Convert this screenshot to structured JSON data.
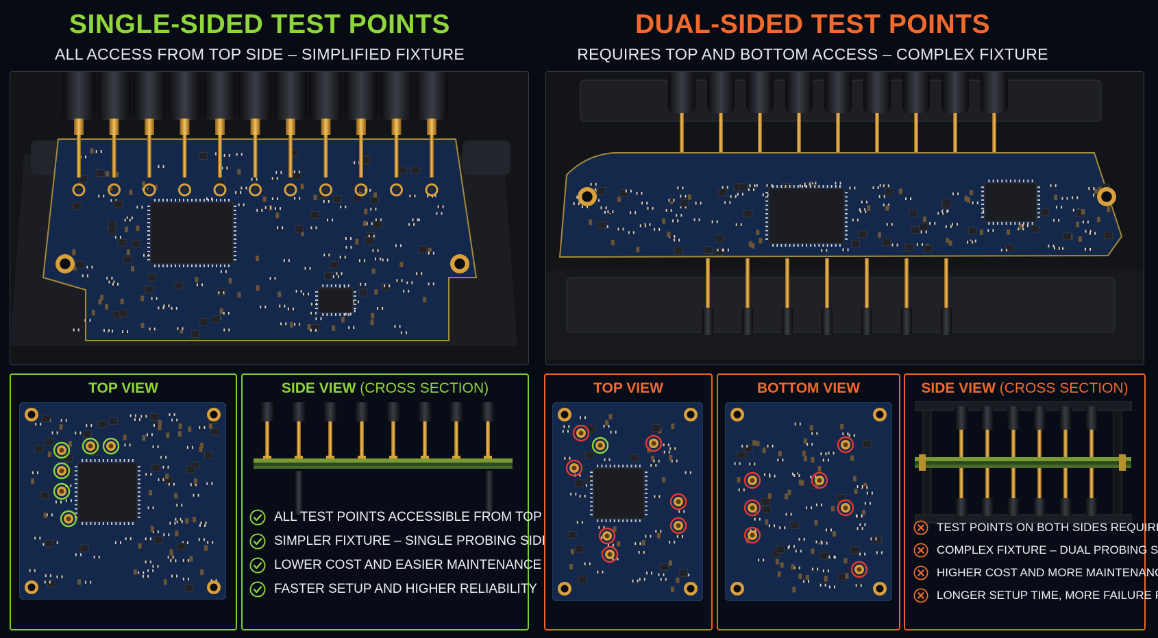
{
  "single": {
    "title": "SINGLE-SIDED TEST POINTS",
    "subtitle": "ALL ACCESS FROM TOP SIDE – SIMPLIFIED FIXTURE",
    "top_view_title": "TOP VIEW",
    "side_view_title": "SIDE VIEW",
    "side_view_paren": "(CROSS SECTION)",
    "benefits": [
      "ALL TEST POINTS ACCESSIBLE FROM TOP",
      "SIMPLER FIXTURE – SINGLE PROBING SIDE",
      "LOWER COST AND EASIER MAINTENANCE",
      "FASTER SETUP AND HIGHER RELIABILITY"
    ]
  },
  "dual": {
    "title": "DUAL-SIDED TEST POINTS",
    "subtitle": "REQUIRES TOP AND BOTTOM ACCESS – COMPLEX FIXTURE",
    "top_view_title": "TOP VIEW",
    "bottom_view_title": "BOTTOM VIEW",
    "side_view_title": "SIDE VIEW",
    "side_view_paren": "(CROSS SECTION)",
    "drawbacks": [
      "TEST POINTS ON BOTH SIDES REQUIRED",
      "COMPLEX FIXTURE – DUAL PROBING SIDES",
      "HIGHER COST AND MORE MAINTENANCE",
      "LONGER SETUP TIME, MORE FAILURE POINTS"
    ]
  },
  "colors": {
    "single_accent": "#8fd63a",
    "dual_accent": "#f26a2d",
    "pcb": "#13284a",
    "gold": "#d9a03c",
    "marker_red": "#e43a34"
  },
  "icons": {
    "benefit": "check-circle-icon",
    "drawback": "x-circle-icon"
  }
}
